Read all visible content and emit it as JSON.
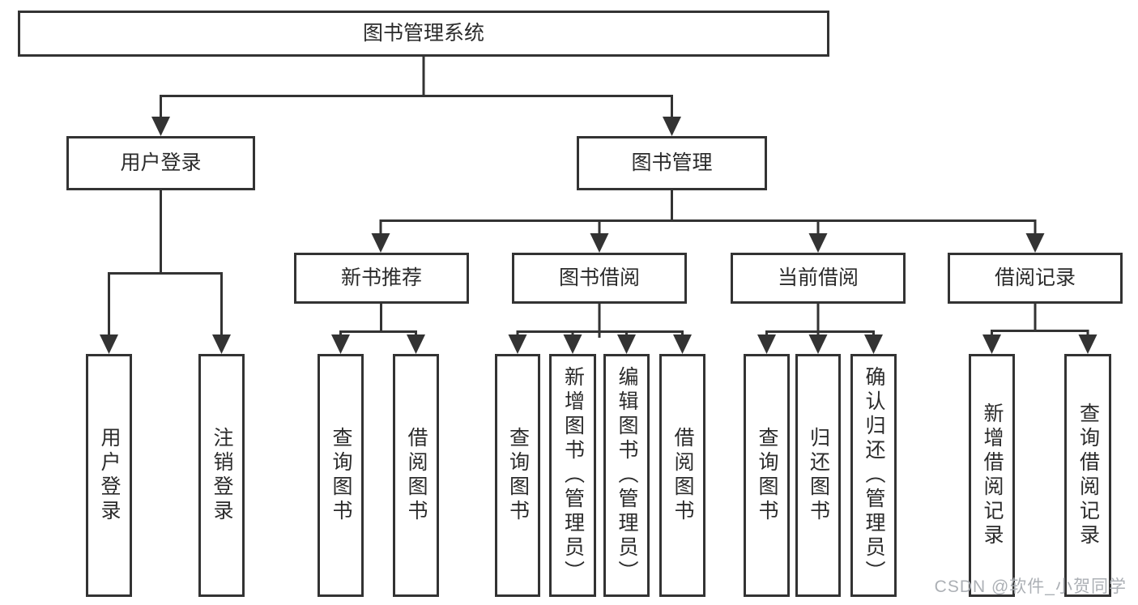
{
  "diagram": {
    "root_label": "图书管理系统",
    "branches": [
      {
        "label": "用户登录",
        "leaves": [
          "用户登录",
          "注销登录"
        ]
      },
      {
        "label": "图书管理",
        "groups": [
          {
            "label": "新书推荐",
            "leaves": [
              "查询图书",
              "借阅图书"
            ]
          },
          {
            "label": "图书借阅",
            "leaves": [
              "查询图书",
              "新增图书（管理员）",
              "编辑图书（管理员）",
              "借阅图书"
            ]
          },
          {
            "label": "当前借阅",
            "leaves": [
              "查询图书",
              "归还图书",
              "确认归还（管理员）"
            ]
          },
          {
            "label": "借阅记录",
            "leaves": [
              "新增借阅记录",
              "查询借阅记录"
            ]
          }
        ]
      }
    ],
    "line_color": "#333333"
  },
  "watermark": {
    "text": "CSDN @软件_小贺同学"
  }
}
